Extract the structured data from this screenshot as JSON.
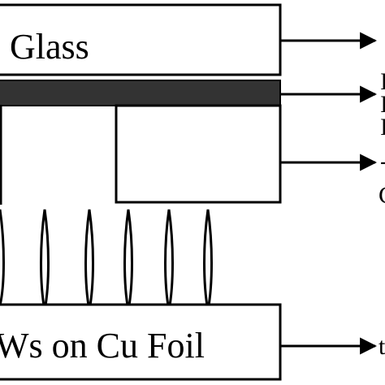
{
  "diagram": {
    "top_block": {
      "label": "Glass"
    },
    "bottom_block": {
      "label": "Ws on Cu Foil"
    },
    "right_side_labels": {
      "row2_first": "I",
      "row2_second": "I",
      "row3": "I",
      "row4_first": "-",
      "row4_second": "C",
      "row5": "t"
    },
    "colors": {
      "stroke": "#000000",
      "dark_layer": "#333333",
      "background": "#ffffff"
    }
  }
}
